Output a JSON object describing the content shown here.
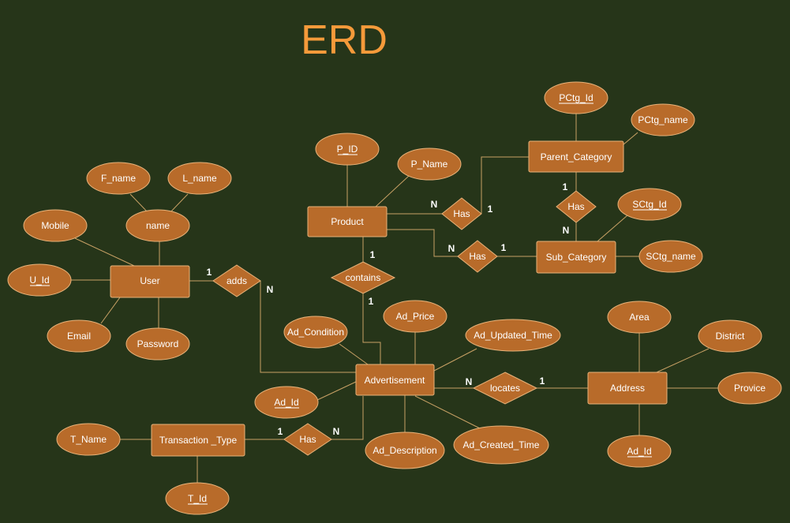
{
  "diagram": {
    "title": "ERD",
    "colors": {
      "background": "#263519",
      "shape_fill": "#B86B2A",
      "shape_stroke": "#E8B37A",
      "title": "#F59A3A",
      "edge": "#C8A165",
      "text": "#FFFFFF"
    },
    "entities": [
      {
        "id": "user",
        "label": "User"
      },
      {
        "id": "product",
        "label": "Product"
      },
      {
        "id": "parent_category",
        "label": "Parent_Category"
      },
      {
        "id": "sub_category",
        "label": "Sub_Category"
      },
      {
        "id": "advertisement",
        "label": "Advertisement"
      },
      {
        "id": "address",
        "label": "Address"
      },
      {
        "id": "transaction_type",
        "label": "Transaction _Type"
      }
    ],
    "relationships": [
      {
        "id": "adds",
        "label": "adds"
      },
      {
        "id": "contains",
        "label": "contains"
      },
      {
        "id": "has_product_parent",
        "label": "Has"
      },
      {
        "id": "has_parent_sub",
        "label": "Has"
      },
      {
        "id": "has_product_sub",
        "label": "Has"
      },
      {
        "id": "locates",
        "label": "locates"
      },
      {
        "id": "has_transaction",
        "label": "Has"
      }
    ],
    "attributes": [
      {
        "id": "f_name",
        "label": "F_name",
        "key": false
      },
      {
        "id": "l_name",
        "label": "L_name",
        "key": false
      },
      {
        "id": "name",
        "label": "name",
        "key": false
      },
      {
        "id": "mobile",
        "label": "Mobile",
        "key": false
      },
      {
        "id": "u_id",
        "label": "U_Id",
        "key": true
      },
      {
        "id": "email",
        "label": "Email",
        "key": false
      },
      {
        "id": "password",
        "label": "Password",
        "key": false
      },
      {
        "id": "p_id",
        "label": "P_ID",
        "key": true
      },
      {
        "id": "p_name",
        "label": "P_Name",
        "key": false
      },
      {
        "id": "pctg_id",
        "label": "PCtg_Id",
        "key": true
      },
      {
        "id": "pctg_name",
        "label": "PCtg_name",
        "key": false
      },
      {
        "id": "sctg_id",
        "label": "SCtg_Id",
        "key": true
      },
      {
        "id": "sctg_name",
        "label": "SCtg_name",
        "key": false
      },
      {
        "id": "ad_condition",
        "label": "Ad_Condition",
        "key": false
      },
      {
        "id": "ad_price",
        "label": "Ad_Price",
        "key": false
      },
      {
        "id": "ad_updated_time",
        "label": "Ad_Updated_Time",
        "key": false
      },
      {
        "id": "ad_id_adv",
        "label": "Ad_Id",
        "key": true
      },
      {
        "id": "ad_description",
        "label": "Ad_Description",
        "key": false
      },
      {
        "id": "ad_created_time",
        "label": "Ad_Created_Time",
        "key": false
      },
      {
        "id": "area",
        "label": "Area",
        "key": false
      },
      {
        "id": "district",
        "label": "District",
        "key": false
      },
      {
        "id": "province",
        "label": "Provice",
        "key": false
      },
      {
        "id": "ad_id_addr",
        "label": "Ad_Id",
        "key": true
      },
      {
        "id": "t_name",
        "label": "T_Name",
        "key": false
      },
      {
        "id": "t_id",
        "label": "T_Id",
        "key": true
      }
    ],
    "cardinalities": [
      {
        "id": "card_user_adds",
        "label": "1"
      },
      {
        "id": "card_adds_adv",
        "label": "N"
      },
      {
        "id": "card_product_contains",
        "label": "1"
      },
      {
        "id": "card_contains_adv",
        "label": "1"
      },
      {
        "id": "card_product_has1",
        "label": "N"
      },
      {
        "id": "card_has1_parent",
        "label": "1"
      },
      {
        "id": "card_parent_has2",
        "label": "1"
      },
      {
        "id": "card_has2_sub",
        "label": "N"
      },
      {
        "id": "card_product_has3",
        "label": "N"
      },
      {
        "id": "card_has3_sub",
        "label": "1"
      },
      {
        "id": "card_adv_locates",
        "label": "N"
      },
      {
        "id": "card_locates_addr",
        "label": "1"
      },
      {
        "id": "card_trans_has4",
        "label": "1"
      },
      {
        "id": "card_has4_adv",
        "label": "N"
      }
    ]
  }
}
